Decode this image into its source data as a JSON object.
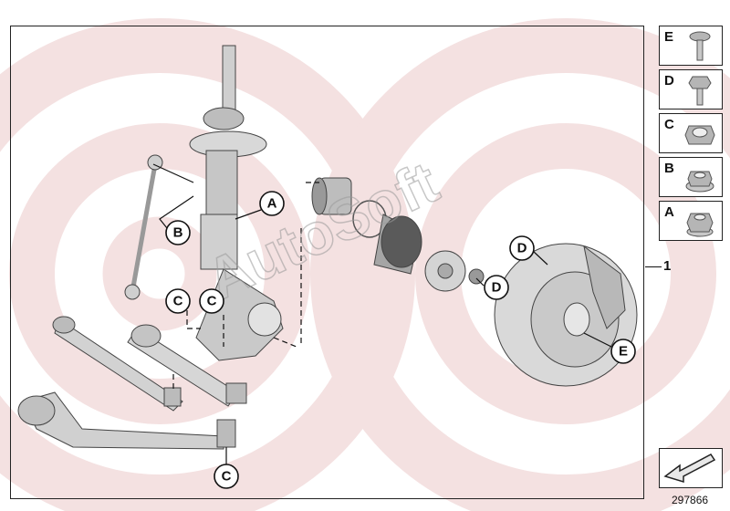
{
  "watermark": {
    "text": "AutoSoft",
    "color": "#f3dede"
  },
  "assembly": {
    "index_label": "1"
  },
  "callouts": [
    {
      "id": "A",
      "label": "A"
    },
    {
      "id": "B",
      "label": "B"
    },
    {
      "id": "C1",
      "label": "C"
    },
    {
      "id": "C2",
      "label": "C"
    },
    {
      "id": "C3",
      "label": "C"
    },
    {
      "id": "D1",
      "label": "D"
    },
    {
      "id": "D2",
      "label": "D"
    },
    {
      "id": "E",
      "label": "E"
    }
  ],
  "legend": [
    {
      "letter": "E",
      "icon": "flat-head-bolt-icon"
    },
    {
      "letter": "D",
      "icon": "hex-bolt-icon"
    },
    {
      "letter": "C",
      "icon": "collar-nut-icon"
    },
    {
      "letter": "B",
      "icon": "flange-nut-icon"
    },
    {
      "letter": "A",
      "icon": "hex-nut-icon"
    }
  ],
  "footer": {
    "reference_number": "297866",
    "nav_icon": "arrow-back-icon"
  }
}
